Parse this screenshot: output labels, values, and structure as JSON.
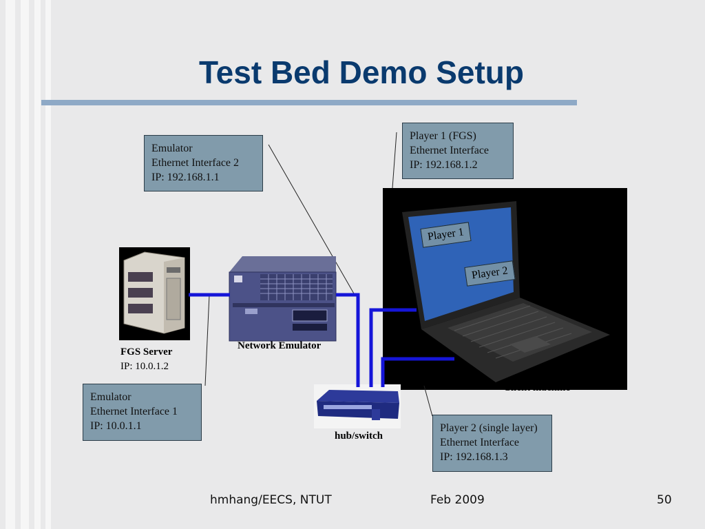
{
  "slide": {
    "title": "Test Bed Demo Setup"
  },
  "callouts": {
    "emulator_if2": [
      "Emulator",
      "Ethernet Interface 2",
      "IP: 192.168.1.1"
    ],
    "player1": [
      "Player 1 (FGS)",
      "Ethernet Interface",
      "IP: 192.168.1.2"
    ],
    "emulator_if1": [
      "Emulator",
      "Ethernet Interface 1",
      "IP: 10.0.1.1"
    ],
    "player2": [
      "Player 2 (single layer)",
      "Ethernet Interface",
      "IP: 192.168.1.3"
    ]
  },
  "devices": {
    "fgs_server_name": "FGS Server",
    "fgs_server_ip": "IP: 10.0.1.2",
    "network_emulator": "Network Emulator",
    "hub_switch": "hub/switch",
    "client_machine": "Client machine",
    "screen_player1": "Player 1",
    "screen_player2": "Player 2"
  },
  "footer": {
    "author": "hmhang/EECS, NTUT",
    "date": "Feb 2009",
    "page": "50"
  },
  "colors": {
    "title": "#0a3a6e",
    "cable": "#1515d8",
    "callout_fill": "#819bab"
  }
}
